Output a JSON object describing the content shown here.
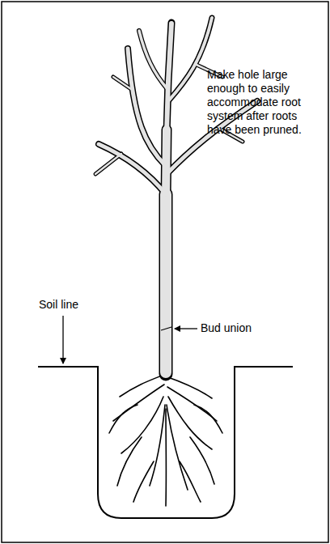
{
  "diagram": {
    "labels": [
      "Make hole large enough to easily accommodate root system after roots have been pruned.",
      "Soil line",
      "Bud union"
    ]
  }
}
